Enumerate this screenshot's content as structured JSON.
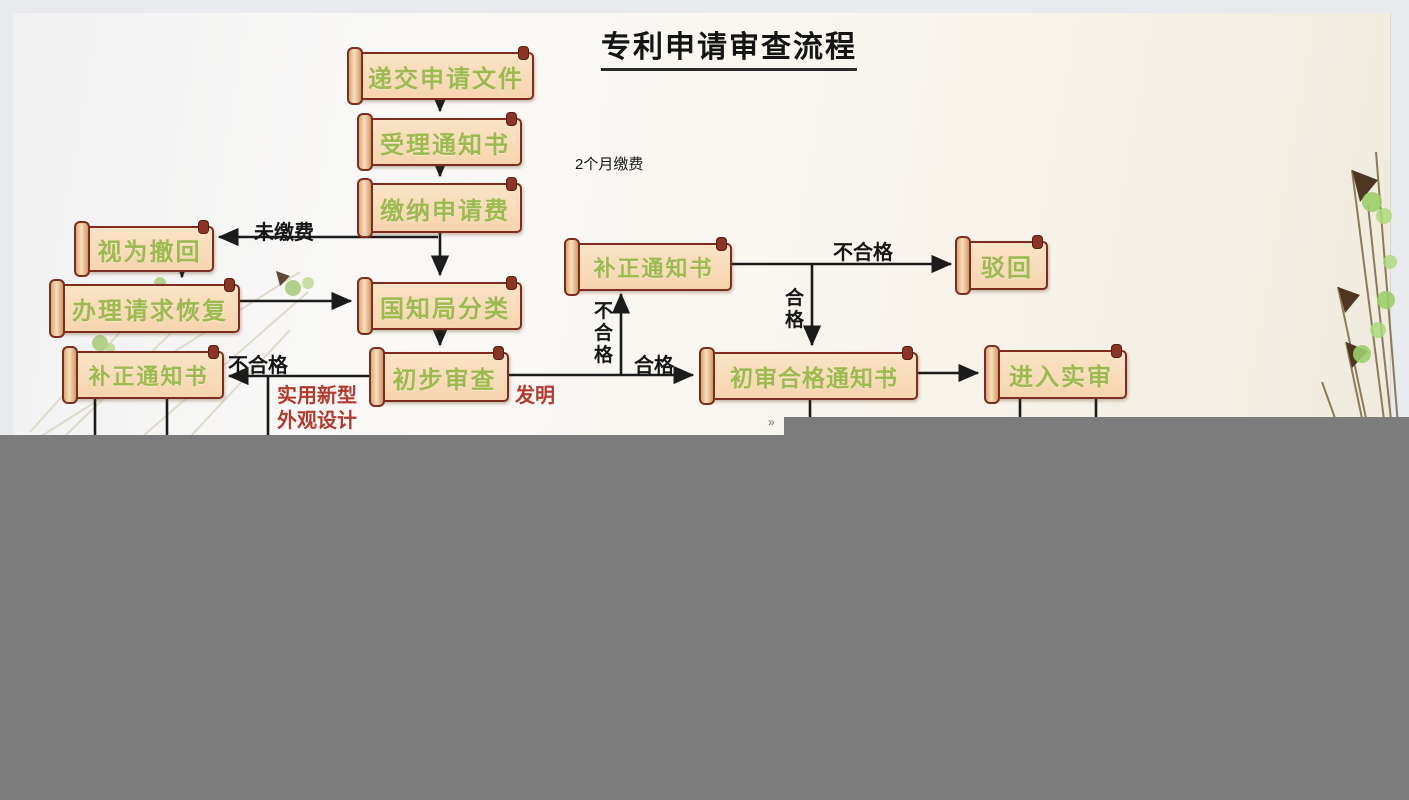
{
  "title": "专利申请审查流程",
  "flowchart": {
    "nodes": [
      {
        "id": "submit-application",
        "label": "递交申请文件"
      },
      {
        "id": "acceptance-notice",
        "label": "受理通知书"
      },
      {
        "id": "pay-application-fee",
        "label": "缴纳申请费"
      },
      {
        "id": "deemed-withdrawn",
        "label": "视为撤回"
      },
      {
        "id": "request-restoration",
        "label": "办理请求恢复"
      },
      {
        "id": "cnipa-classification",
        "label": "国知局分类"
      },
      {
        "id": "correction-notice-left",
        "label": "补正通知书"
      },
      {
        "id": "preliminary-exam",
        "label": "初步审查"
      },
      {
        "id": "correction-notice-mid",
        "label": "补正通知书"
      },
      {
        "id": "rejection",
        "label": "驳回"
      },
      {
        "id": "prelim-pass-notice",
        "label": "初审合格通知书"
      },
      {
        "id": "substantive-exam",
        "label": "进入实审"
      }
    ],
    "edge_labels": {
      "two_month_fee": "2个月缴费",
      "unpaid": "未缴费",
      "unqualified_left": "不合格",
      "utility_model": "实用新型",
      "design": "外观设计",
      "invention": "发明",
      "unqualified_vertical": "不合格",
      "qualified_mid": "合格",
      "unqualified_right": "不合格",
      "qualified_vertical": "合格"
    },
    "colors": {
      "node_fill": "#f7d8b5",
      "node_border": "#7c2d1f",
      "node_text": "#9cba50",
      "label_default": "#161616",
      "label_branch_red": "#b23a2e",
      "arrow": "#1b1b1b"
    }
  },
  "overlay": {
    "color": "#7c7c7c",
    "more_glyph": "»"
  }
}
